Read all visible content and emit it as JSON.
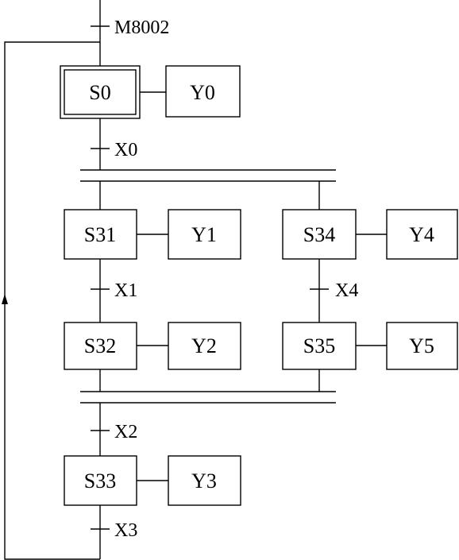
{
  "steps": {
    "s0": "S0",
    "s31": "S31",
    "s32": "S32",
    "s33": "S33",
    "s34": "S34",
    "s35": "S35"
  },
  "outputs": {
    "y0": "Y0",
    "y1": "Y1",
    "y2": "Y2",
    "y3": "Y3",
    "y4": "Y4",
    "y5": "Y5"
  },
  "transitions": {
    "m8002": "M8002",
    "x0": "X0",
    "x1": "X1",
    "x2": "X2",
    "x3": "X3",
    "x4": "X4"
  }
}
